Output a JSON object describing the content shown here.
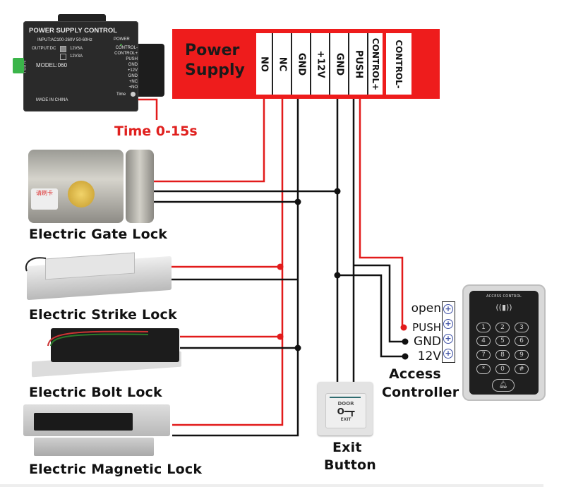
{
  "power_supply_photo": {
    "title": "POWER SUPPLY CONTROL",
    "power_label": "POWER",
    "input_spec": "INPUT:AC100-260V 50-60Hz",
    "output_label": "OUTPUT:DC",
    "output_options": [
      "12V5A",
      "12V3A"
    ],
    "model": "MODEL:060",
    "ac_terminals": "N FG L",
    "origin": "MADE IN CHINA",
    "side_terminals": [
      "CONTROL-",
      "CONTROL+",
      "PUSH",
      "GND",
      "+12V",
      "GND",
      "+NC",
      "+NO"
    ],
    "time_knob_label": "Time"
  },
  "power_supply_header": {
    "title_line1": "Power",
    "title_line2": "Supply",
    "terminals": [
      "NO",
      "NC",
      "GND",
      "+12V",
      "GND",
      "PUSH",
      "CONTROL+",
      "CONTROL-"
    ]
  },
  "time_label": "Time 0-15s",
  "devices": {
    "gate_lock": {
      "caption": "Electric Gate Lock",
      "tag_text": "请刷卡"
    },
    "strike_lock": {
      "caption": "Electric Strike Lock"
    },
    "bolt_lock": {
      "caption": "Electric Bolt Lock"
    },
    "magnetic_lock": {
      "caption": "Electric Magnetic Lock"
    },
    "exit_button": {
      "caption_line1": "Exit",
      "caption_line2": "Button",
      "face_top": "DOOR",
      "face_bottom": "EXIT"
    },
    "access_controller": {
      "caption_line1": "Access",
      "caption_line2": "Controller",
      "panel_title": "ACCESS CONTROL",
      "pins": [
        "open",
        "PUSH",
        "GND",
        "12V"
      ],
      "keys": [
        "1",
        "2",
        "3",
        "4",
        "5",
        "6",
        "7",
        "8",
        "9",
        "*",
        "0",
        "#"
      ]
    }
  },
  "colors": {
    "header_red": "#ee1c1c",
    "wire_red": "#e21b1b",
    "wire_black": "#111111",
    "time_label": "#e0201e",
    "screw_blue": "#3f52a6"
  }
}
